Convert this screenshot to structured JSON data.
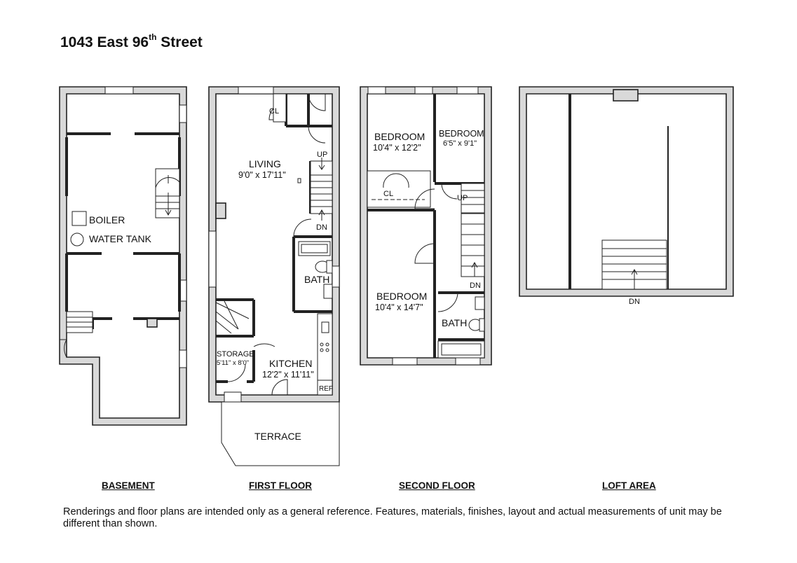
{
  "title": {
    "main": "1043 East 96",
    "sup": "th",
    "rest": " Street"
  },
  "captions": {
    "basement": "BASEMENT",
    "first_floor": "FIRST FLOOR",
    "second_floor": "SECOND FLOOR",
    "loft": "LOFT AREA"
  },
  "basement": {
    "boiler": "BOILER",
    "water_tank": "WATER TANK"
  },
  "first_floor": {
    "cl": "CL",
    "living": "LIVING",
    "living_dim": "9'0\" x 17'11\"",
    "up": "UP",
    "dn": "DN",
    "bath": "BATH",
    "storage": "STORAGE",
    "storage_dim": "5'11\" x 8'0\"",
    "kitchen": "KITCHEN",
    "kitchen_dim": "12'2\" x 11'11\"",
    "ref": "REF",
    "terrace": "TERRACE"
  },
  "second_floor": {
    "bedroom1": "BEDROOM",
    "bedroom1_dim": "10'4\" x 12'2\"",
    "bedroom2": "BEDROOM",
    "bedroom2_dim": "6'5\" x 9'1\"",
    "cl": "CL",
    "up": "UP",
    "dn": "DN",
    "bedroom3": "BEDROOM",
    "bedroom3_dim": "10'4\" x 14'7\"",
    "bath": "BATH"
  },
  "loft": {
    "dn": "DN"
  },
  "disclaimer": "Renderings and floor plans are intended only as a general reference. Features, materials, finishes, layout and actual measurements of unit may be different than shown."
}
